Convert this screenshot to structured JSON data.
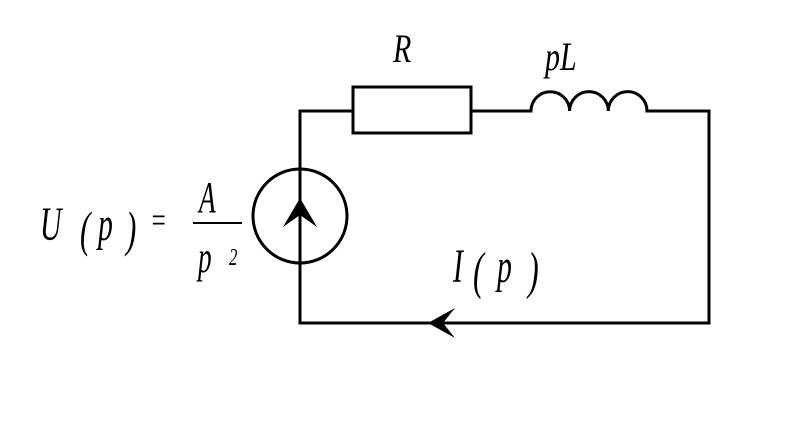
{
  "labels": {
    "resistor": "R",
    "inductor": "pL",
    "source_lhs": {
      "U": "U",
      "open_paren": "(",
      "p": "p",
      "close_paren": ")",
      "equals": "="
    },
    "fraction": {
      "numerator": "A",
      "denominator_base": "p",
      "exponent": "2"
    },
    "current": {
      "I": "I",
      "open_paren": "(",
      "p": "p",
      "close_paren": ")"
    }
  },
  "colors": {
    "stroke": "#000000",
    "background": "#ffffff"
  },
  "icons": {
    "source": "current-source-icon",
    "inductor": "inductor-coil-icon",
    "arrow": "current-direction-arrow-icon"
  }
}
